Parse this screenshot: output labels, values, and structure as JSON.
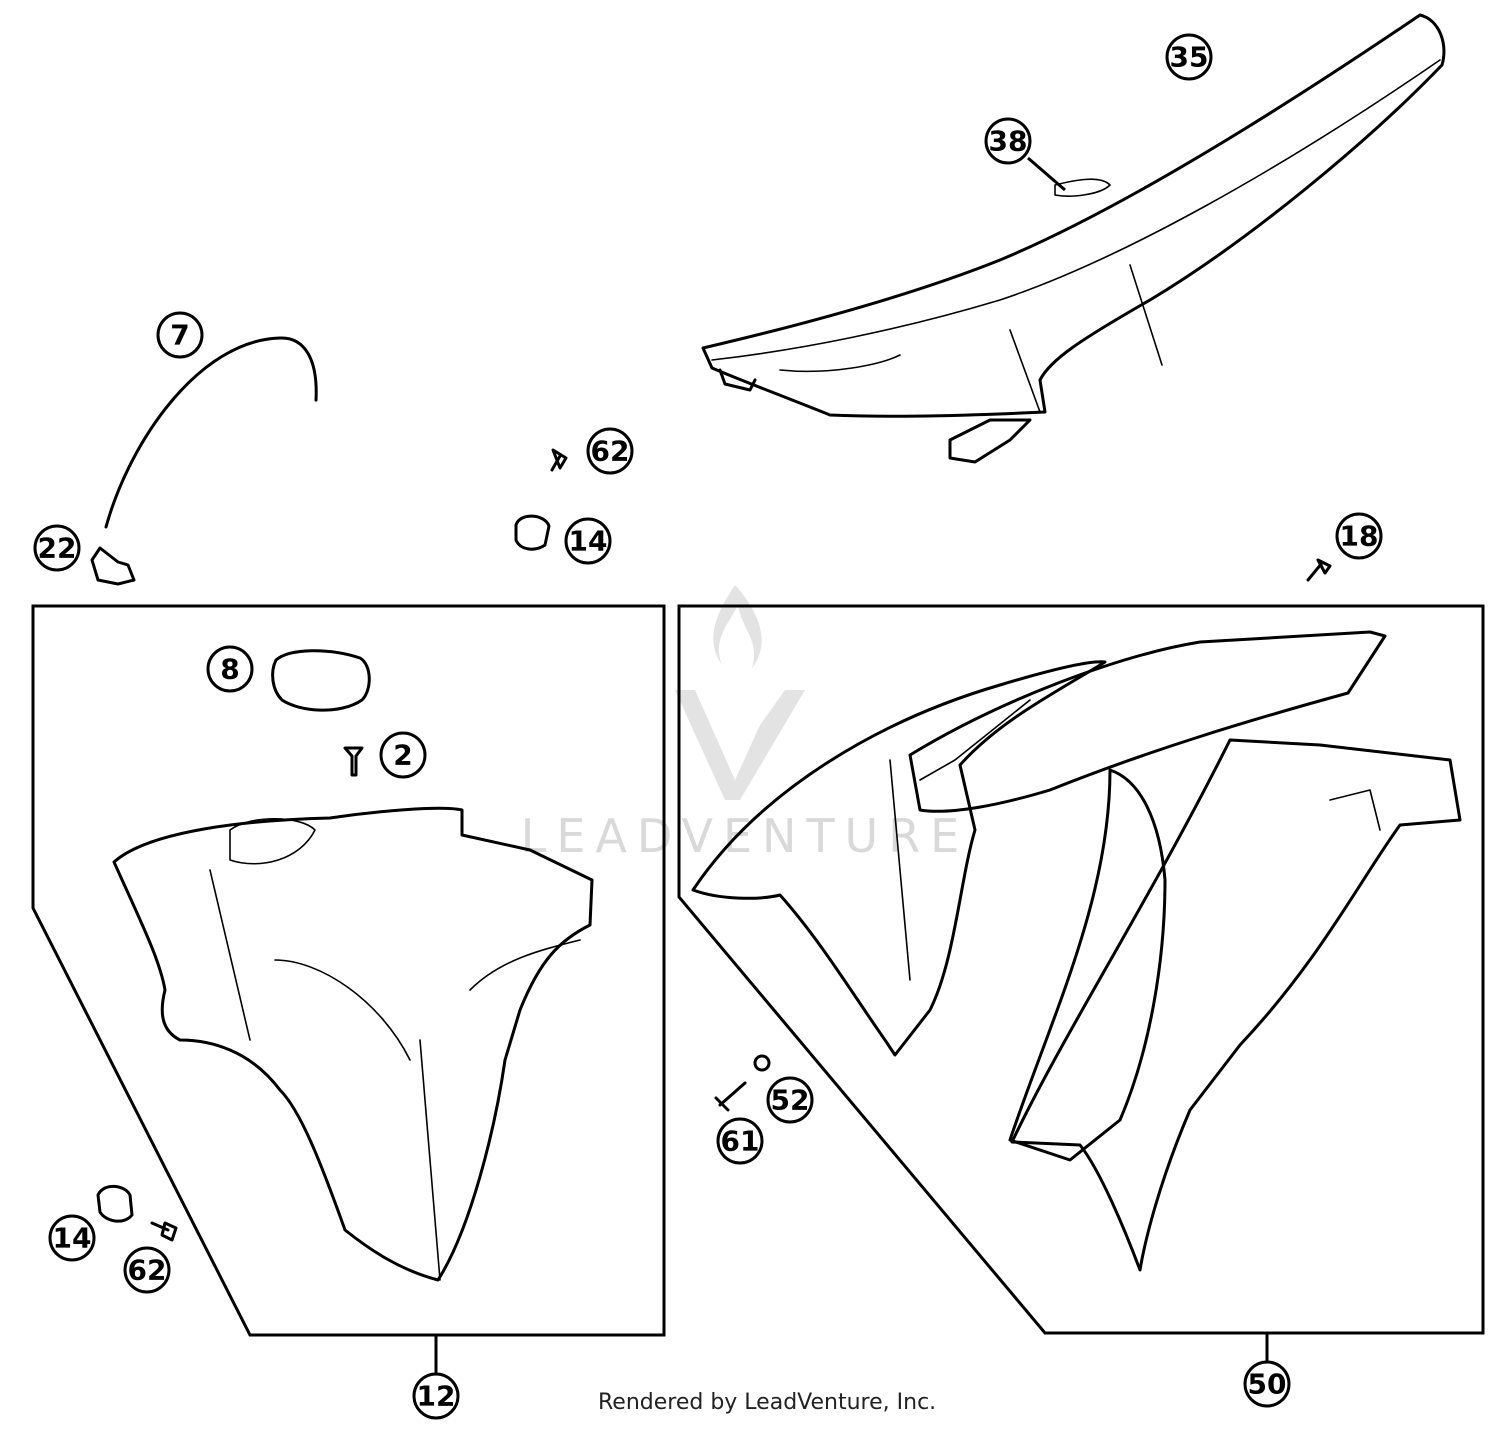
{
  "watermark": {
    "text": "LEADVENTURE"
  },
  "footer": {
    "text": "Rendered by LeadVenture, Inc."
  },
  "callouts": [
    {
      "id": "7",
      "label": "7"
    },
    {
      "id": "22",
      "label": "22"
    },
    {
      "id": "62a",
      "label": "62"
    },
    {
      "id": "14a",
      "label": "14"
    },
    {
      "id": "35",
      "label": "35"
    },
    {
      "id": "38",
      "label": "38"
    },
    {
      "id": "18",
      "label": "18"
    },
    {
      "id": "8",
      "label": "8"
    },
    {
      "id": "2",
      "label": "2"
    },
    {
      "id": "14b",
      "label": "14"
    },
    {
      "id": "62b",
      "label": "62"
    },
    {
      "id": "52",
      "label": "52"
    },
    {
      "id": "61",
      "label": "61"
    },
    {
      "id": "12",
      "label": "12"
    },
    {
      "id": "50",
      "label": "50"
    }
  ]
}
